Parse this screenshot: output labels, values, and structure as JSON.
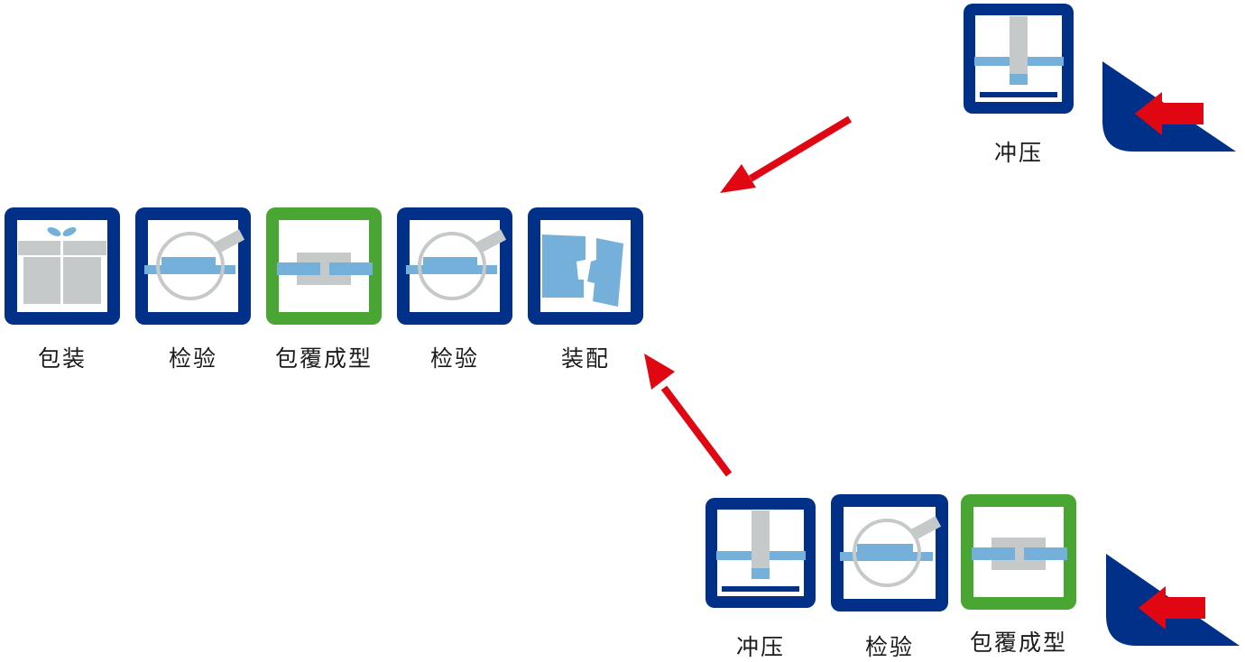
{
  "main_line": {
    "steps": [
      {
        "label": "包装",
        "icon": "gift-box-icon",
        "color": "#003087"
      },
      {
        "label": "检验",
        "icon": "magnifier-inspection-icon",
        "color": "#003087"
      },
      {
        "label": "包覆成型",
        "icon": "overmold-icon",
        "color": "#4aa633"
      },
      {
        "label": "检验",
        "icon": "magnifier-inspection-icon",
        "color": "#003087"
      },
      {
        "label": "装配",
        "icon": "assembly-parts-icon",
        "color": "#003087"
      }
    ]
  },
  "top_line": {
    "steps": [
      {
        "label": "冲压",
        "icon": "stamping-press-icon",
        "color": "#003087"
      }
    ]
  },
  "bottom_line": {
    "steps": [
      {
        "label": "冲压",
        "icon": "stamping-press-icon",
        "color": "#003087"
      },
      {
        "label": "检验",
        "icon": "magnifier-inspection-icon",
        "color": "#003087"
      },
      {
        "label": "包覆成型",
        "icon": "overmold-icon",
        "color": "#4aa633"
      }
    ]
  },
  "colors": {
    "tile_blue": "#003087",
    "tile_green": "#4aa633",
    "light_blue": "#74b0da",
    "grey": "#c6c9ca",
    "arrow_red": "#e10712"
  }
}
